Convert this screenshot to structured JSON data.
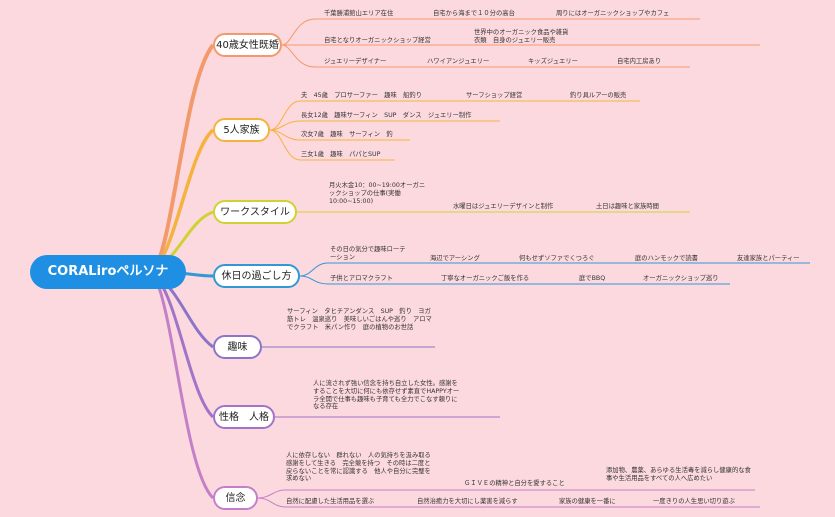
{
  "root": "CORALiroペルソナ",
  "branches": [
    {
      "label": "40歳女性既婚"
    },
    {
      "label": "5人家族"
    },
    {
      "label": "ワークスタイル"
    },
    {
      "label": "休日の過ごし方"
    },
    {
      "label": "趣味"
    },
    {
      "label": "性格　人格"
    },
    {
      "label": "信念"
    }
  ],
  "age": {
    "r1": [
      "千葉勝浦館山エリア在住",
      "自宅から海まで１０分の高台",
      "周りにはオーガニックショップやカフェ"
    ],
    "r2": [
      "自宅となりオーガニックショップ経営",
      "世界中のオーガニック食品や雑貨",
      "衣類　自身のジュエリー販売"
    ],
    "r3": [
      "ジュエリーデザイナー",
      "ハワイアンジュエリー",
      "キッズジュエリー",
      "自宅内工房あり"
    ]
  },
  "family": {
    "r1": [
      "夫　45歳　プロサーファー　趣味　船釣り",
      "サーフショップ経営",
      "釣り具ルアーの販売"
    ],
    "r2": [
      "長女12歳　趣味サーフィン　SUP　ダンス　ジュエリー制作"
    ],
    "r3": [
      "次女7歳　趣味　サーフィン　釣"
    ],
    "r4": [
      "三女1歳　趣味　パパとSUP"
    ]
  },
  "work": [
    "月火木金10：00~19:00オーガニックショップの仕事(実働10:00~15:00)",
    "水曜日はジュエリーデザインと制作",
    "土日は趣味と家族時間"
  ],
  "holiday": {
    "r1": [
      "その日の気分で趣味ローテーション",
      "海辺でアーシング",
      "何もせずソファでくつろぐ",
      "庭のハンモックで読書",
      "友達家族とパーティー"
    ],
    "r2": [
      "子供とアロマクラフト",
      "丁寧なオーガニックご飯を作る",
      "庭でBBQ",
      "オーガニックショップ巡り"
    ]
  },
  "hobby": "サーフィン　タヒチアンダンス　SUP　釣り　ヨガ　筋トレ　温泉巡り　美味しいごはんや巡り　アロマでクラフト　米パン作り　庭の植物のお世話",
  "personality": "人に流されず強い信念を持ち自立した女性。感謝をすることを大切に何にも依存せず素直でHAPPYオーラ全開で仕事も趣味も子育ても全力でこなす頼りになる存在",
  "belief": {
    "r1": [
      "人に依存しない　群れない　人の気持ちを汲み取る　感謝をして生きる　完全競を持つ　その時は二度と戻らないことを常に認識する　他人や自分に完璧を求めない",
      "ＧＩＶＥの精神と自分を愛すること",
      "添加物、農薬、あらゆる生活毒を減らし健康的な食事や生活用品をすべての人へ広めたい"
    ],
    "r2": [
      "自然に配慮した生活用品を選ぶ",
      "自然治癒力を大切にし薬害を減らす",
      "家族の健康を一番に",
      "一度きりの人生思い切り遊ぶ"
    ]
  }
}
